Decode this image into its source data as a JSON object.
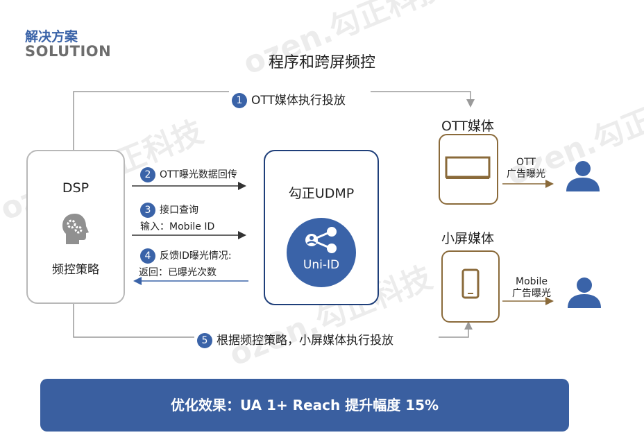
{
  "header": {
    "title_cn": "解决方案",
    "title_en": "SOLUTION"
  },
  "title": "程序和跨屏频控",
  "watermark": "ozen.勾正科技",
  "dsp": {
    "label": "DSP",
    "strategy": "频控策略"
  },
  "udmp": {
    "label": "勾正UDMP",
    "uni_id": "Uni-ID"
  },
  "steps": [
    {
      "num": "1",
      "text": "OTT媒体执行投放"
    },
    {
      "num": "2",
      "text": "OTT曝光数据回传"
    },
    {
      "num": "3",
      "line1": "接口查询",
      "line2": "输入：Mobile ID"
    },
    {
      "num": "4",
      "line1": "反馈ID曝光情况:",
      "line2": "返回：已曝光次数"
    },
    {
      "num": "5",
      "text": "根据频控策略，小屏媒体执行投放"
    }
  ],
  "ott_media": {
    "title": "OTT媒体",
    "exposure_line1": "OTT",
    "exposure_line2": "广告曝光"
  },
  "small_media": {
    "title": "小屏媒体",
    "exposure_line1": "Mobile",
    "exposure_line2": "广告曝光"
  },
  "result": "优化效果：UA 1+ Reach 提升幅度 15%",
  "colors": {
    "accent": "#3a63a8",
    "dark_blue": "#1f3f7a",
    "brown": "#8a6a3a",
    "banner": "#3a5fa0",
    "gray": "#b8b8b8"
  }
}
